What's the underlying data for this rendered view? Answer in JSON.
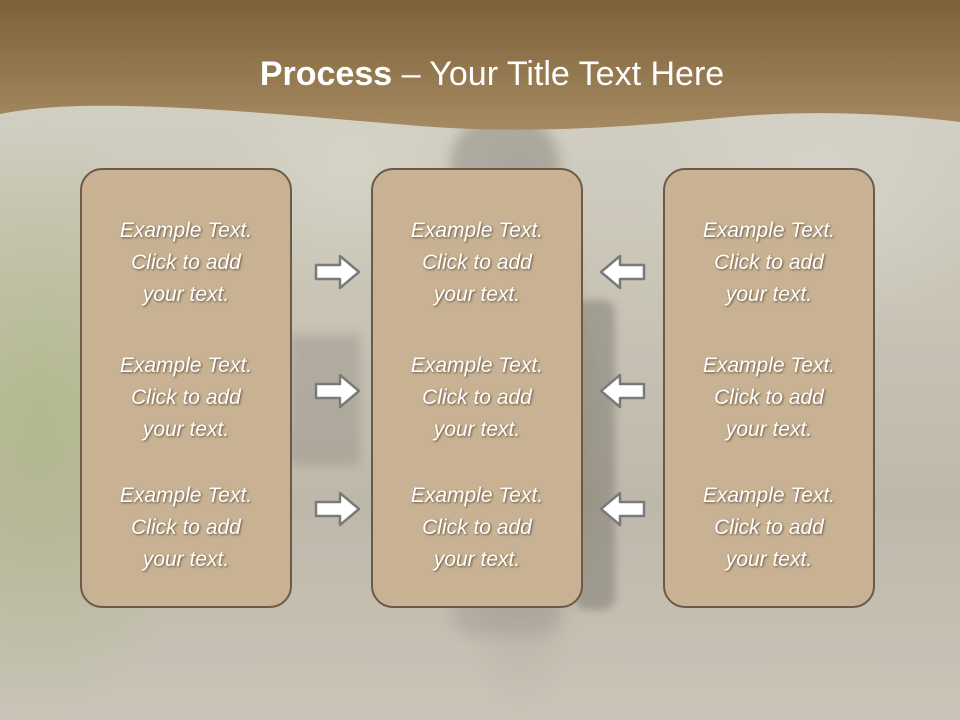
{
  "header": {
    "title_bold": "Process",
    "title_rest": " – Your Title Text Here"
  },
  "colors": {
    "header_brown": "#8c6e47",
    "box_fill": "#c8b293",
    "box_border": "#6b5a48",
    "arrow_fill": "#ffffff",
    "arrow_stroke": "#7a7a7a"
  },
  "columns": [
    {
      "items": [
        "Example Text.\nClick  to add\nyour text.",
        "Example Text.\nClick  to add\nyour text.",
        "Example Text.\nClick  to add\nyour text."
      ]
    },
    {
      "items": [
        "Example Text.\nClick  to add\nyour text.",
        "Example Text.\nClick  to add\nyour text.",
        "Example Text.\nClick  to add\nyour text."
      ]
    },
    {
      "items": [
        "Example Text.\nClick  to add\nyour text.",
        "Example Text.\nClick  to add\nyour text.",
        "Example Text.\nClick  to add\nyour text."
      ]
    }
  ],
  "arrows": {
    "left_group": "right-arrow-icon",
    "right_group": "left-arrow-icon"
  }
}
